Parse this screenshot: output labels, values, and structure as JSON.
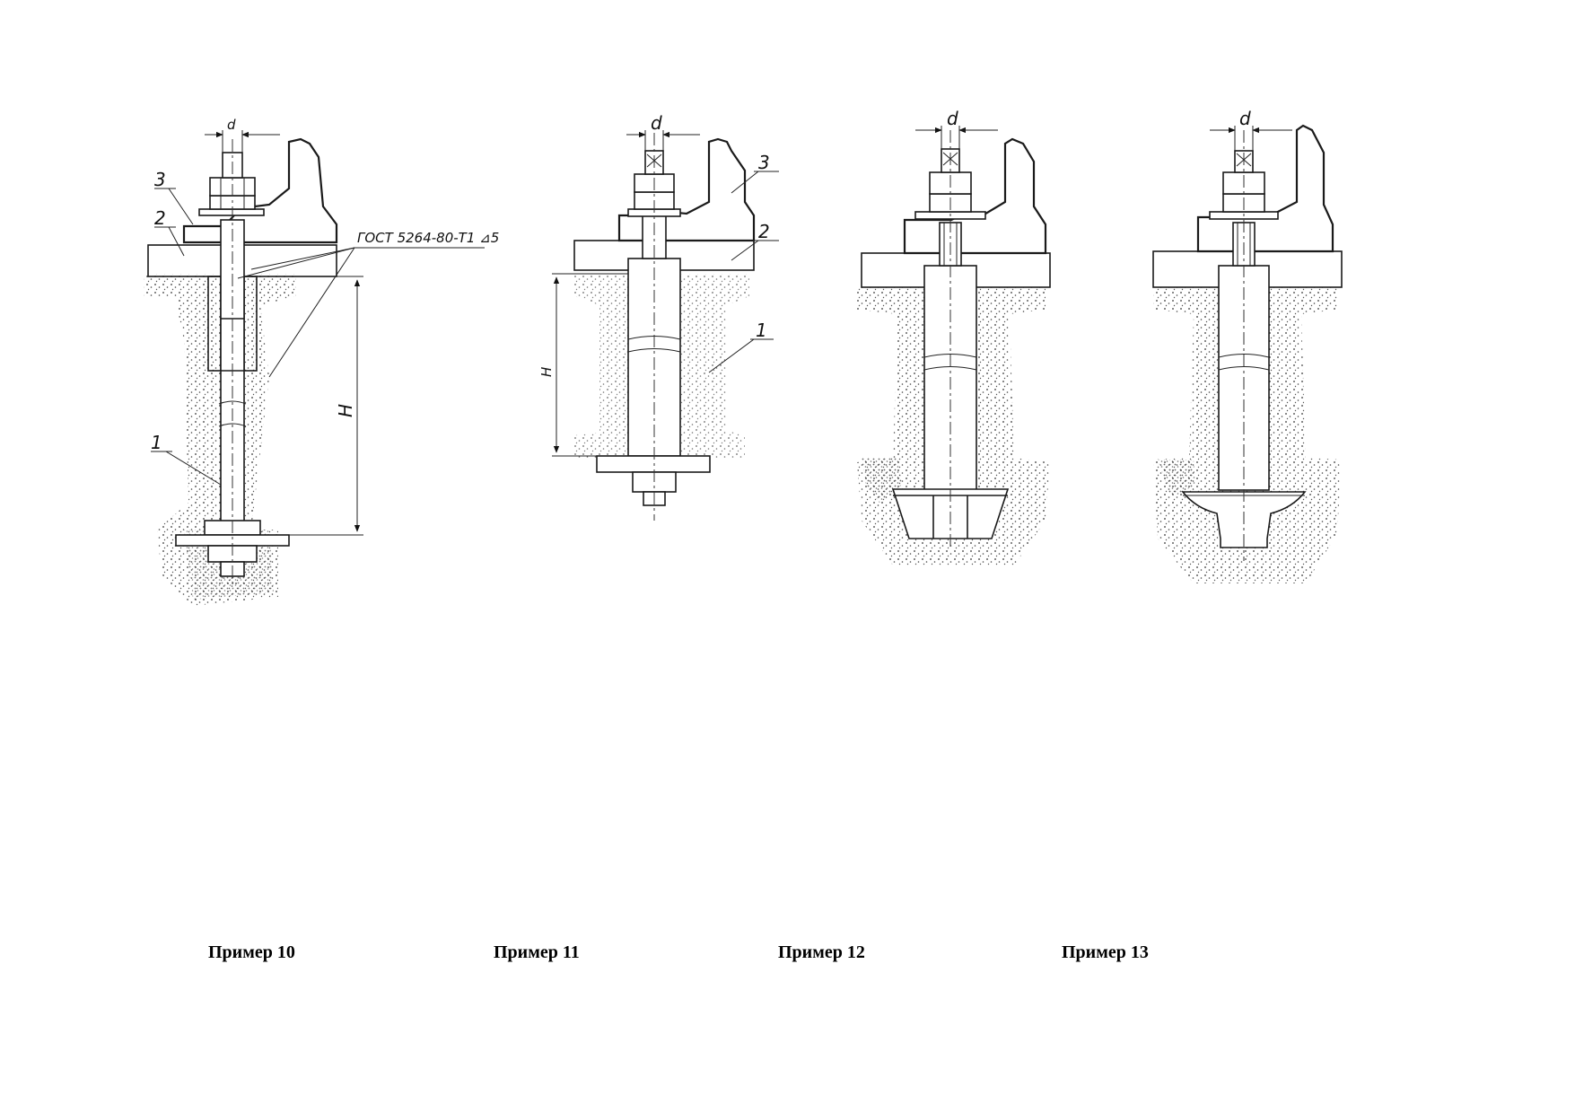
{
  "labels": {
    "d": "d",
    "H": "H",
    "gost": "ГОСТ 5264-80-Т1 ⊿5",
    "callout_1": "1",
    "callout_2": "2",
    "callout_3": "3"
  },
  "captions": [
    "Пример 10",
    "Пример 11",
    "Пример 12",
    "Пример 13"
  ]
}
